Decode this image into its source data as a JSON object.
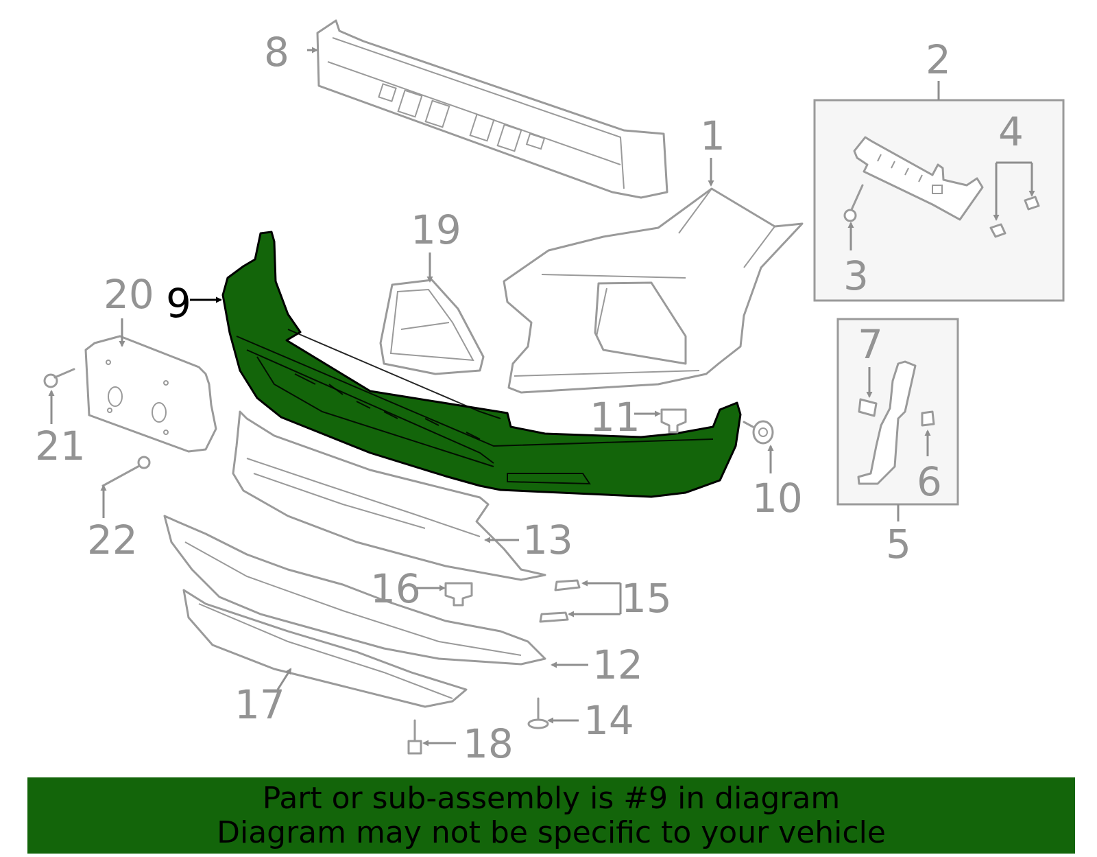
{
  "diagram": {
    "callouts": [
      "1",
      "2",
      "3",
      "4",
      "5",
      "6",
      "7",
      "8",
      "9",
      "10",
      "11",
      "12",
      "13",
      "14",
      "15",
      "16",
      "17",
      "18",
      "19",
      "20",
      "21",
      "22"
    ],
    "highlighted_callout": "9",
    "colors": {
      "highlight": "#13650a",
      "parts": "#9a9a9a",
      "background": "#ffffff"
    }
  },
  "banner": {
    "line1": "Part or sub-assembly is #9 in diagram",
    "line2": "Diagram may not be specific to your vehicle"
  }
}
